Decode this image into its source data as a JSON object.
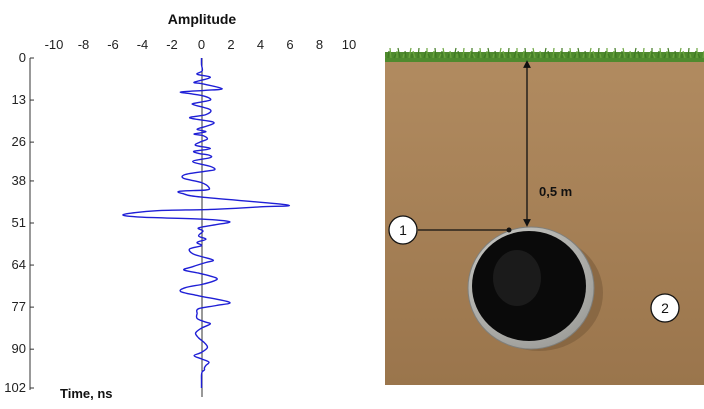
{
  "chart_data": {
    "type": "line",
    "orientation": "vertical-trace",
    "title": "Amplitude",
    "xlabel": "Amplitude",
    "ylabel": "Time, ns",
    "xlim": [
      -10,
      10
    ],
    "ylim": [
      0,
      102
    ],
    "x_ticks": [
      "-10",
      "-8",
      "-6",
      "-4",
      "-2",
      "0",
      "2",
      "4",
      "6",
      "8",
      "10"
    ],
    "y_ticks": [
      "0",
      "13",
      "26",
      "38",
      "51",
      "64",
      "77",
      "90",
      "102"
    ],
    "series": [
      {
        "color": "#1f1fd6",
        "points": [
          [
            0,
            0
          ],
          [
            0,
            2
          ],
          [
            0.05,
            4
          ],
          [
            -0.3,
            5
          ],
          [
            0.6,
            6
          ],
          [
            -0.5,
            7.5
          ],
          [
            0.1,
            8
          ],
          [
            1.4,
            9.5
          ],
          [
            0.2,
            10
          ],
          [
            -1.4,
            10.5
          ],
          [
            -0.8,
            11
          ],
          [
            0.2,
            11.8
          ],
          [
            0.6,
            13
          ],
          [
            -0.5,
            14
          ],
          [
            -0.5,
            14.5
          ],
          [
            0.6,
            16
          ],
          [
            0.3,
            17.5
          ],
          [
            -0.8,
            18.5
          ],
          [
            0.8,
            19.8
          ],
          [
            0.4,
            21
          ],
          [
            -0.3,
            22
          ],
          [
            0.3,
            22.8
          ],
          [
            -0.5,
            23.5
          ],
          [
            0.1,
            24
          ],
          [
            0.4,
            25
          ],
          [
            -0.1,
            26
          ],
          [
            -0.4,
            27
          ],
          [
            0.6,
            28
          ],
          [
            -0.5,
            28.8
          ],
          [
            -0.2,
            29.5
          ],
          [
            0.5,
            30
          ],
          [
            0.6,
            30.8
          ],
          [
            -0.6,
            32
          ],
          [
            0.6,
            33.5
          ],
          [
            0.9,
            34.5
          ],
          [
            0.3,
            35
          ],
          [
            -1.1,
            36
          ],
          [
            -1.2,
            37.2
          ],
          [
            0,
            38.5
          ],
          [
            0.5,
            40
          ],
          [
            0.3,
            40.8
          ],
          [
            -1.5,
            41.2
          ],
          [
            -1.2,
            42
          ],
          [
            0,
            43
          ],
          [
            5.8,
            45.4
          ],
          [
            4,
            46
          ],
          [
            0.6,
            46.8
          ],
          [
            -3,
            47.2
          ],
          [
            -5.3,
            48.4
          ],
          [
            -4,
            49.2
          ],
          [
            0,
            49.8
          ],
          [
            1.9,
            50.6
          ],
          [
            1,
            51.5
          ],
          [
            -0.2,
            52.5
          ],
          [
            0.1,
            53.5
          ],
          [
            -0.2,
            55
          ],
          [
            0.3,
            56
          ],
          [
            -0.3,
            57
          ],
          [
            0,
            58
          ],
          [
            -0.8,
            59
          ],
          [
            -0.6,
            60.5
          ],
          [
            0.1,
            61.5
          ],
          [
            0.8,
            62.5
          ],
          [
            0.3,
            63.2
          ],
          [
            -0.6,
            64.5
          ],
          [
            -1.2,
            65.5
          ],
          [
            -0.2,
            66.5
          ],
          [
            1,
            68
          ],
          [
            0.8,
            69
          ],
          [
            0,
            70
          ],
          [
            -1.1,
            71
          ],
          [
            -1.4,
            72.2
          ],
          [
            -0.2,
            73.5
          ],
          [
            1.9,
            75.5
          ],
          [
            1,
            76.5
          ],
          [
            -0.2,
            77.5
          ],
          [
            -0.3,
            79
          ],
          [
            -0.3,
            80.5
          ],
          [
            0.2,
            81.5
          ],
          [
            0.6,
            82.2
          ],
          [
            0,
            83.5
          ],
          [
            -0.4,
            85
          ],
          [
            -0.2,
            86.5
          ],
          [
            0.2,
            88
          ],
          [
            0.4,
            89.5
          ],
          [
            0,
            91
          ],
          [
            -0.5,
            92
          ],
          [
            0,
            93
          ],
          [
            0.5,
            94
          ],
          [
            0.3,
            95
          ],
          [
            0.2,
            95.8
          ],
          [
            0.2,
            96.4
          ],
          [
            0.05,
            97
          ],
          [
            0,
            98
          ],
          [
            0,
            100
          ],
          [
            0,
            102
          ]
        ]
      }
    ]
  },
  "scene": {
    "depth_label": "0,5 m",
    "callouts": [
      "1",
      "2"
    ],
    "colors": {
      "soil": "#a47e54",
      "grass": "#4f8a2e",
      "pipe_ring": "#b9b9b5",
      "pipe_inner": "#0a0a0a"
    }
  }
}
